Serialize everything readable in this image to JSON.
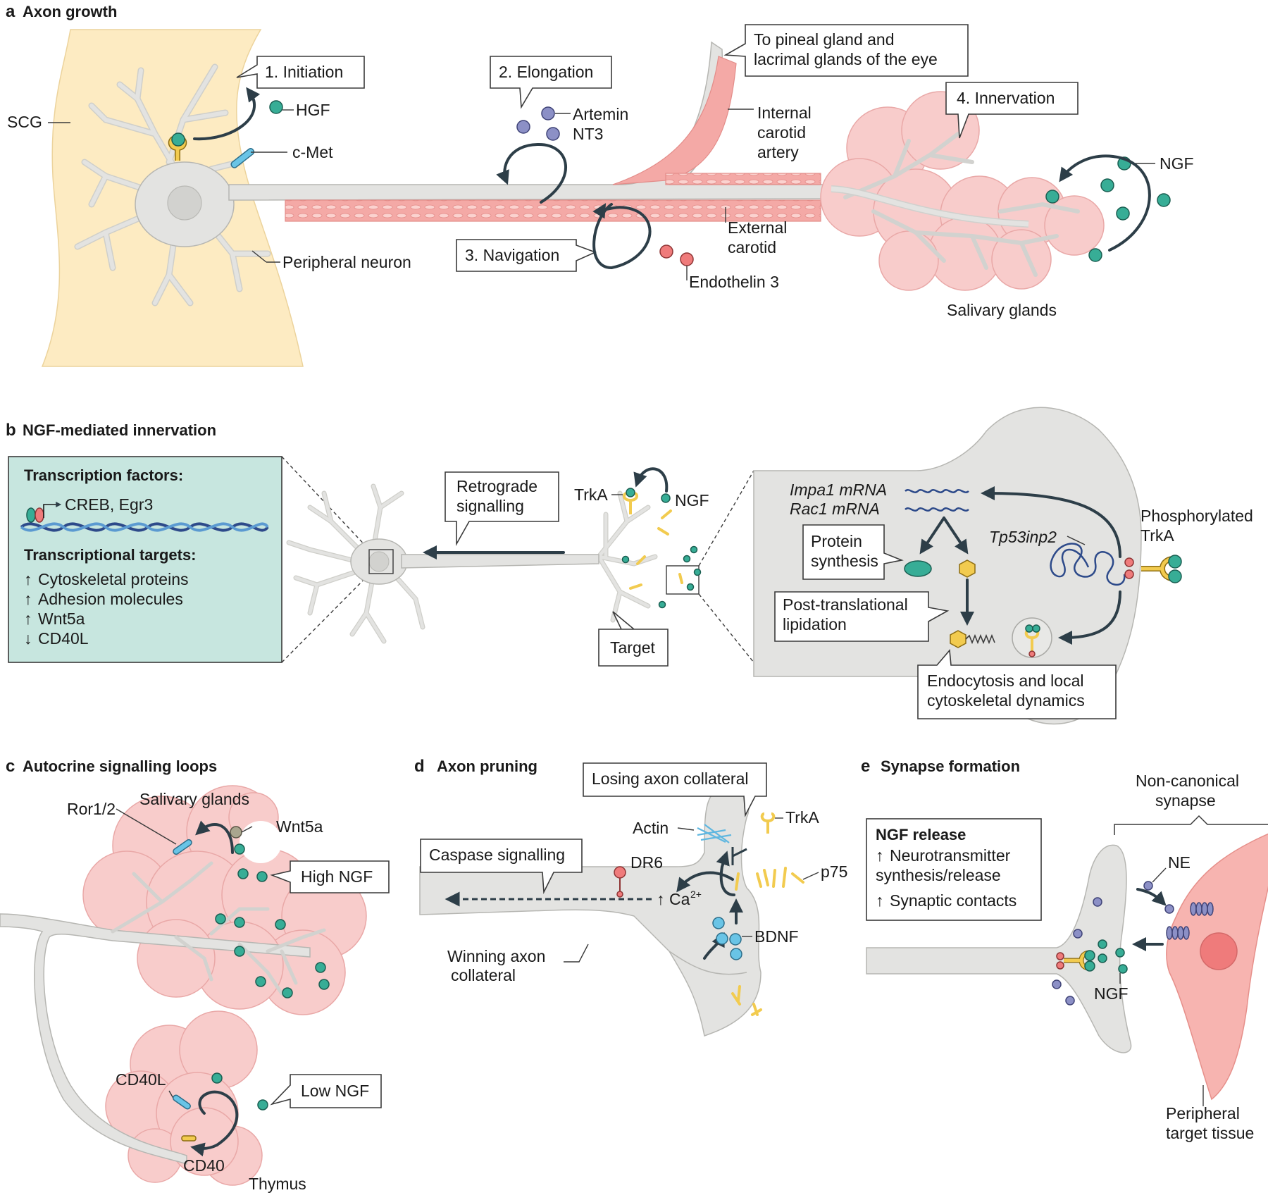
{
  "panel_a": {
    "letter": "a",
    "title": "Axon growth",
    "labels": {
      "scg": "SCG",
      "initiation": "1. Initiation",
      "hgf": "HGF",
      "cmet": "c-Met",
      "peripheral_neuron": "Peripheral neuron",
      "elongation": "2. Elongation",
      "artemin": "Artemin",
      "nt3": "NT3",
      "navigation": "3. Navigation",
      "endothelin": "Endothelin 3",
      "pineal_line1": "To pineal gland and",
      "pineal_line2": "lacrimal glands of the eye",
      "internal_line1": "Internal",
      "internal_line2": "carotid",
      "internal_line3": "artery",
      "external_line1": "External",
      "external_line2": "carotid",
      "innervation": "4. Innervation",
      "ngf": "NGF",
      "salivary": "Salivary glands"
    }
  },
  "panel_b": {
    "letter": "b",
    "title": "NGF-mediated innervation",
    "tf_heading": "Transcription factors:",
    "tf_genes": "CREB, Egr3",
    "targets_heading": "Transcriptional targets:",
    "targets": [
      {
        "arrow": "↑",
        "text": "Cytoskeletal proteins"
      },
      {
        "arrow": "↑",
        "text": "Adhesion molecules"
      },
      {
        "arrow": "↑",
        "text": "Wnt5a"
      },
      {
        "arrow": "↓",
        "text": "CD40L"
      }
    ],
    "labels": {
      "retro_line1": "Retrograde",
      "retro_line2": "signalling",
      "trka": "TrkA",
      "ngf": "NGF",
      "target": "Target",
      "impa1": "Impa1 mRNA",
      "rac1": "Rac1 mRNA",
      "protein_line1": "Protein",
      "protein_line2": "synthesis",
      "ptl_line1": "Post-translational",
      "ptl_line2": "lipidation",
      "tp53": "Tp53inp2",
      "phos_line1": "Phosphorylated",
      "phos_line2": "TrkA",
      "endo_line1": "Endocytosis and local",
      "endo_line2": "cytoskeletal dynamics"
    }
  },
  "panel_c": {
    "letter": "c",
    "title": "Autocrine signalling loops",
    "labels": {
      "salivary": "Salivary glands",
      "ror": "Ror1/2",
      "wnt5a": "Wnt5a",
      "high_ngf": "High NGF",
      "cd40l": "CD40L",
      "low_ngf": "Low NGF",
      "cd40": "CD40",
      "thymus": "Thymus"
    }
  },
  "panel_d": {
    "letter": "d",
    "title": "Axon pruning",
    "labels": {
      "losing": "Losing axon collateral",
      "actin": "Actin",
      "trka": "TrkA",
      "caspase": "Caspase signalling",
      "dr6": "DR6",
      "p75": "p75",
      "ca_arrow": "↑",
      "ca": "Ca",
      "ca_charge": "2+",
      "bdnf": "BDNF",
      "winning_line1": "Winning axon",
      "winning_line2": "collateral"
    }
  },
  "panel_e": {
    "letter": "e",
    "title": "Synapse formation",
    "box_heading": "NGF release",
    "box_items": [
      {
        "arrow": "↑",
        "line1": "Neurotransmitter",
        "line2": "synthesis/release"
      },
      {
        "arrow": "↑",
        "line1": "Synaptic contacts",
        "line2": ""
      }
    ],
    "labels": {
      "noncanon_line1": "Non-canonical",
      "noncanon_line2": "synapse",
      "ne": "NE",
      "ngf": "NGF",
      "target_line1": "Peripheral",
      "target_line2": "target tissue"
    }
  },
  "colors": {
    "ngf_teal": "#37ad96",
    "gland_pink": "#f8cccb",
    "scg_yellow": "#fdebc2",
    "axon_grey": "#e3e3e1",
    "arrow_dark": "#2d3e48",
    "box_green": "#c7e6df"
  }
}
